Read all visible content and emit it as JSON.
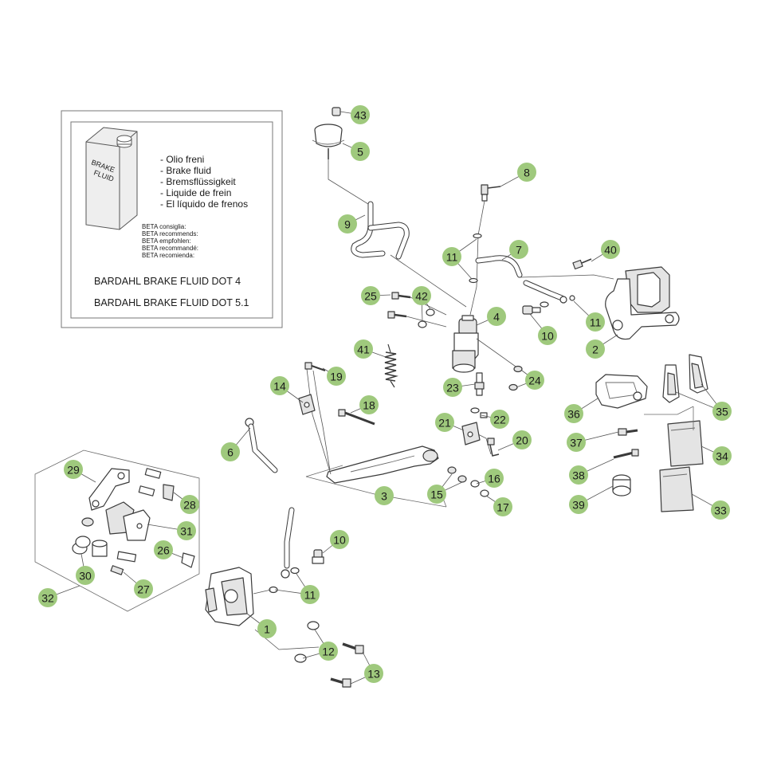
{
  "fluid_box": {
    "can_label_1": "BRAKE",
    "can_label_2": "FLUID",
    "fluid_names": [
      "- Olio freni",
      "- Brake fluid",
      "- Bremsflüssigkeit",
      "- Liquide de frein",
      "- El líquido de frenos"
    ],
    "recommend_lines": [
      "BETA consiglia:",
      "BETA recommends:",
      "BETA empfohlen:",
      "BETA recommandé:",
      "BETA recomienda:"
    ],
    "product_1": "BARDAHL BRAKE FLUID DOT 4",
    "product_2": "BARDAHL BRAKE FLUID DOT 5.1"
  },
  "callouts": [
    "43",
    "5",
    "8",
    "9",
    "7",
    "11",
    "40",
    "25",
    "42",
    "4",
    "10",
    "11",
    "2",
    "41",
    "24",
    "19",
    "14",
    "23",
    "18",
    "22",
    "21",
    "20",
    "36",
    "35",
    "37",
    "34",
    "38",
    "39",
    "33",
    "6",
    "15",
    "16",
    "3",
    "17",
    "29",
    "28",
    "31",
    "26",
    "30",
    "27",
    "32",
    "10",
    "11",
    "1",
    "12",
    "13"
  ]
}
